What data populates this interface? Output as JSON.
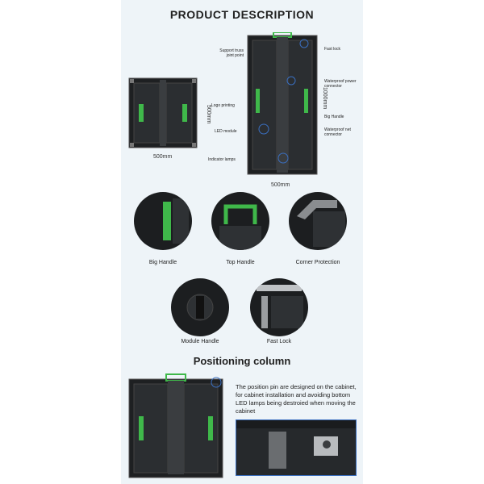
{
  "header": {
    "title": "PRODUCT DESCRIPTION"
  },
  "dimensions": {
    "small_width": "500mm",
    "small_height": "500mm",
    "large_height": "1000mm",
    "large_width": "500mm"
  },
  "callouts": {
    "support_truss": "Support truss joint point",
    "logo_printing": "Logo printing",
    "led_module": "LED module",
    "indicator_lamps": "Indicator lamps",
    "fast_lock": "Fast lock",
    "waterproof_power": "Waterproof power connector",
    "big_handle": "Big Handle",
    "waterproof_net": "Waterproof net connector"
  },
  "details": [
    {
      "label": "Big Handle"
    },
    {
      "label": "Top Handle"
    },
    {
      "label": "Corner Protection"
    },
    {
      "label": "Module Handle"
    },
    {
      "label": "Fast Lock"
    }
  ],
  "positioning": {
    "title": "Positioning column",
    "description": "The position pin are designed on the cabinet, for cabinet installation and avoiding bottom LED lamps being destroied when moving the cabinet"
  },
  "colors": {
    "accent_green": "#3fb84a",
    "cabinet_dark": "#1e2022",
    "callout_blue": "#3a6fc0"
  }
}
